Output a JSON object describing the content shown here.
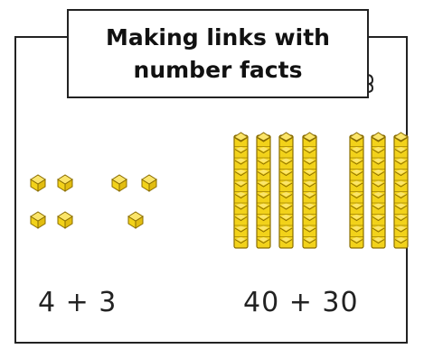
{
  "title": {
    "line1": "Making links with",
    "line2": "number facts"
  },
  "expressions": {
    "ones": "4 + 3",
    "tens": "40 + 30"
  },
  "blocks": {
    "unit_cubes_group_a": 4,
    "unit_cubes_group_b": 3,
    "ten_rods_group_a": 4,
    "ten_rods_group_b": 3,
    "cubes_per_rod": 10
  },
  "colors": {
    "block_fill": "#f2d21a",
    "block_top": "#fbe56a",
    "block_outline": "#8a6d00",
    "border": "#222222"
  }
}
